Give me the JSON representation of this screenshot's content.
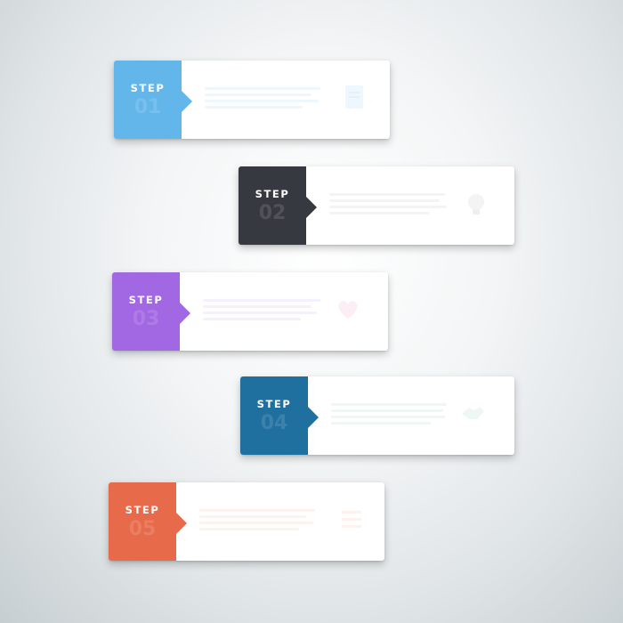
{
  "steps": [
    {
      "label": "STEP",
      "number": "01",
      "color": "#63b6ea",
      "icon": "document-icon"
    },
    {
      "label": "STEP",
      "number": "02",
      "color": "#36393f",
      "icon": "lightbulb-icon"
    },
    {
      "label": "STEP",
      "number": "03",
      "color": "#a267e3",
      "icon": "heart-icon"
    },
    {
      "label": "STEP",
      "number": "04",
      "color": "#1f6f9f",
      "icon": "handshake-icon"
    },
    {
      "label": "STEP",
      "number": "05",
      "color": "#e76a4b",
      "icon": "list-icon"
    }
  ]
}
